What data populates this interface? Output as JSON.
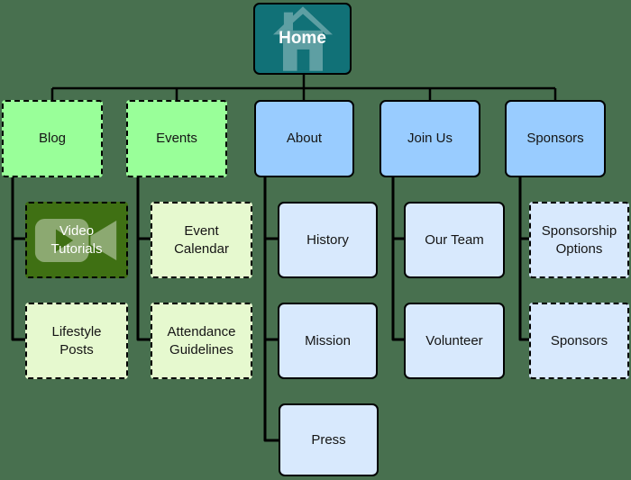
{
  "diagram": {
    "type": "sitemap-tree",
    "background_color": "#48704F",
    "connector_color": "#000000",
    "nodes": {
      "home": {
        "label": "Home",
        "fill": "#117177",
        "text_color": "#FFFFFF",
        "border": "solid",
        "icon": "house-icon"
      },
      "blog": {
        "label": "Blog",
        "fill": "#99FF99",
        "border": "dashed"
      },
      "events": {
        "label": "Events",
        "fill": "#99FF99",
        "border": "dashed"
      },
      "about": {
        "label": "About",
        "fill": "#99CCFF",
        "border": "solid"
      },
      "join_us": {
        "label": "Join Us",
        "fill": "#99CCFF",
        "border": "solid"
      },
      "sponsors": {
        "label": "Sponsors",
        "fill": "#99CCFF",
        "border": "solid"
      },
      "video_tutorials": {
        "label": "Video Tutorials",
        "fill": "#3F7013",
        "text_color": "#FFFFFF",
        "border": "dashed",
        "icon": "video-camera-icon"
      },
      "lifestyle_posts": {
        "label": "Lifestyle Posts",
        "fill": "#E6F9CF",
        "border": "dashed"
      },
      "event_calendar": {
        "label": "Event Calendar",
        "fill": "#E6F9CF",
        "border": "dashed"
      },
      "attendance_guidelines": {
        "label": "Attendance Guidelines",
        "fill": "#E6F9CF",
        "border": "dashed"
      },
      "history": {
        "label": "History",
        "fill": "#D8E9FD",
        "border": "solid"
      },
      "mission": {
        "label": "Mission",
        "fill": "#D8E9FD",
        "border": "solid"
      },
      "press": {
        "label": "Press",
        "fill": "#D8E9FD",
        "border": "solid"
      },
      "our_team": {
        "label": "Our Team",
        "fill": "#D8E9FD",
        "border": "solid"
      },
      "volunteer": {
        "label": "Volunteer",
        "fill": "#D8E9FD",
        "border": "solid"
      },
      "sponsorship_options": {
        "label": "Sponsorship Options",
        "fill": "#D8E9FD",
        "border": "dashed"
      },
      "sponsors_child": {
        "label": "Sponsors",
        "fill": "#D8E9FD",
        "border": "dashed"
      }
    },
    "hierarchy": {
      "home": [
        "blog",
        "events",
        "about",
        "join_us",
        "sponsors"
      ],
      "blog": [
        "video_tutorials",
        "lifestyle_posts"
      ],
      "events": [
        "event_calendar",
        "attendance_guidelines"
      ],
      "about": [
        "history",
        "mission",
        "press"
      ],
      "join_us": [
        "our_team",
        "volunteer"
      ],
      "sponsors": [
        "sponsorship_options",
        "sponsors_child"
      ]
    }
  }
}
